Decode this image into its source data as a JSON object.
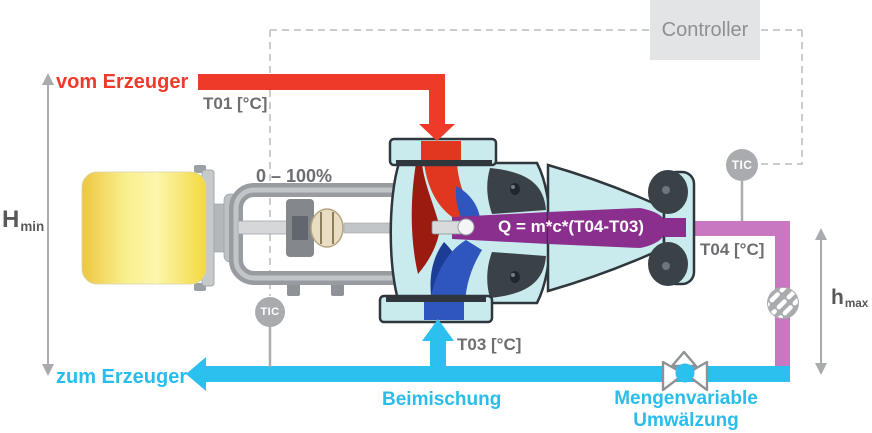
{
  "labels": {
    "vom_erzeuger": "vom Erzeuger",
    "t01": "T01 [°C]",
    "controller": "Controller",
    "range": "0 – 100%",
    "h_min": {
      "base": "H",
      "sub": "min"
    },
    "formula": "Q = m*c*(T04-T03)",
    "t04": "T04 [°C]",
    "tic": "TIC",
    "h_max": {
      "base": "h",
      "sub": "max"
    },
    "t03": "T03 [°C]",
    "zum_erzeuger": "zum Erzeuger",
    "beimischung": "Beimischung",
    "mengenvariable": {
      "line1": "Mengenvariable",
      "line2": "Umwälzung"
    }
  },
  "colors": {
    "supply_red": "#EE3A28",
    "return_cyan": "#2BC0EE",
    "mixed_pink": "#C778C0",
    "channel_purple": "#8B2F8F",
    "blue_channel": "#2E56BD",
    "body_cyan": "#C9EBEE",
    "dark_outline": "#2F363C",
    "gray_indicator": "#A9ABAE",
    "gray_text": "#6D6E71",
    "dark_label": "#57585A",
    "dashed_line": "#CBCCCE",
    "controller_bg": "#E3E4E5",
    "actuator_yellow": "#F5DC4B"
  }
}
